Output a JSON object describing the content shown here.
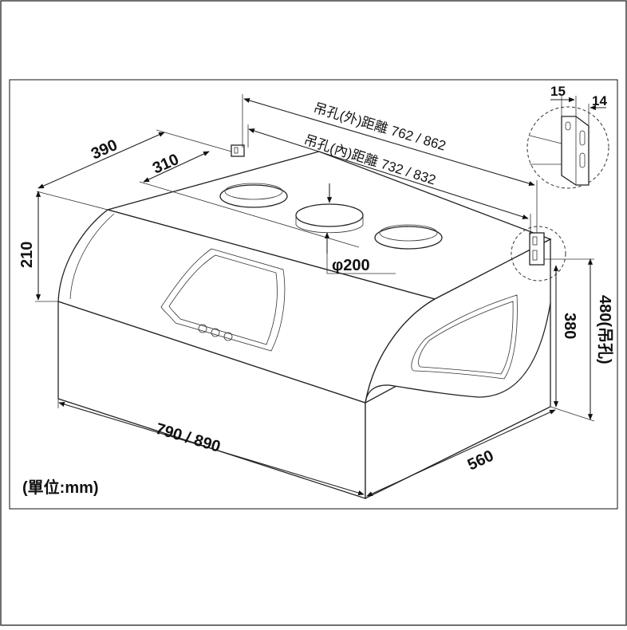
{
  "labels": {
    "width_top": "390",
    "depth_top": "310",
    "height_front": "210",
    "outer_hole": "吊孔(外)距離 762 / 862",
    "inner_hole": "吊孔(內)距離 732 / 832",
    "duct": "φ200",
    "width_bottom": "790 / 890",
    "depth_bottom": "560",
    "height_side": "380",
    "height_hole": "480(吊孔)",
    "bracket_a": "15",
    "bracket_b": "14",
    "unit": "(單位:mm)"
  },
  "colors": {
    "line": "#222222",
    "background": "#ffffff"
  }
}
